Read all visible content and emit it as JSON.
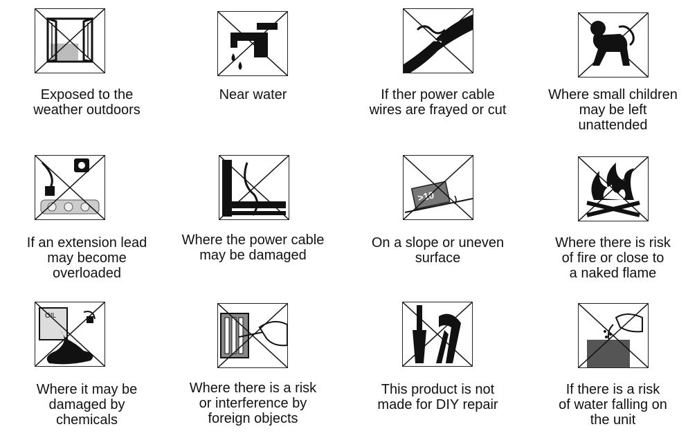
{
  "items": [
    {
      "icon": "weather-window-icon",
      "caption": "Exposed to the\nweather outdoors"
    },
    {
      "icon": "water-tap-icon",
      "caption": "Near water"
    },
    {
      "icon": "frayed-cable-icon",
      "caption": "If ther power cable\nwires are frayed or cut"
    },
    {
      "icon": "child-icon",
      "caption": "Where small children\nmay be left\nunattended"
    },
    {
      "icon": "extension-lead-icon",
      "caption": "If an extension lead\nmay become\noverloaded"
    },
    {
      "icon": "damaged-cable-icon",
      "caption": "Where the power cable\nmay be damaged"
    },
    {
      "icon": "slope-icon",
      "caption": "On a slope or uneven\nsurface"
    },
    {
      "icon": "fire-icon",
      "caption": "Where there is risk\nof fire or close to\na naked flame"
    },
    {
      "icon": "chemicals-icon",
      "caption": "Where it may be\ndamaged by\nchemicals"
    },
    {
      "icon": "foreign-objects-icon",
      "caption": "Where there is a risk\nor interference by\nforeign objects"
    },
    {
      "icon": "diy-tools-icon",
      "caption": "This product is not\nmade for DIY repair"
    },
    {
      "icon": "water-falling-icon",
      "caption": "If there is a risk\nof water falling on\nthe unit"
    }
  ],
  "slope_badge": ">10"
}
